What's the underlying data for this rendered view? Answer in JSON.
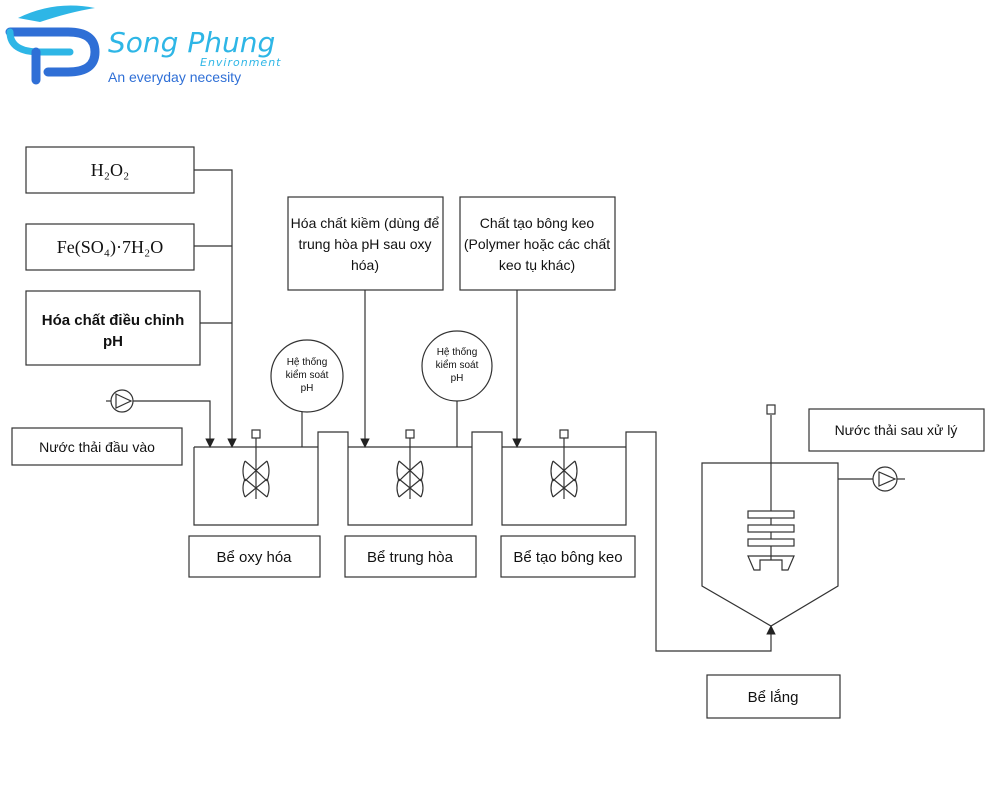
{
  "brand": {
    "name": "Song Phung",
    "sub": "Environment",
    "tagline": "An everyday necesity",
    "color_primary": "#2f6fd6",
    "color_light": "#2eb6e6"
  },
  "chemicals": {
    "h2o2": "H₂O₂",
    "feso4": "Fe(SO₄)·7H₂O",
    "ph_adjust": [
      "Hóa chất điều chỉnh",
      "pH"
    ],
    "alkali": [
      "Hóa chất kiềm (dùng để",
      "trung hòa pH sau oxy",
      "hóa)"
    ],
    "coagulant": [
      "Chất tạo bông keo",
      "(Polymer hoặc các chất",
      "keo tụ khác)"
    ]
  },
  "ph_control": [
    "Hệ thống",
    "kiểm soát",
    "pH"
  ],
  "inlet": "Nước thải đầu vào",
  "outlet": "Nước thải sau xử lý",
  "tanks": {
    "oxidation": "Bể oxy hóa",
    "neutralization": "Bể trung hòa",
    "flocculation": "Bể tạo bông keo",
    "settling": "Bể lắng"
  }
}
